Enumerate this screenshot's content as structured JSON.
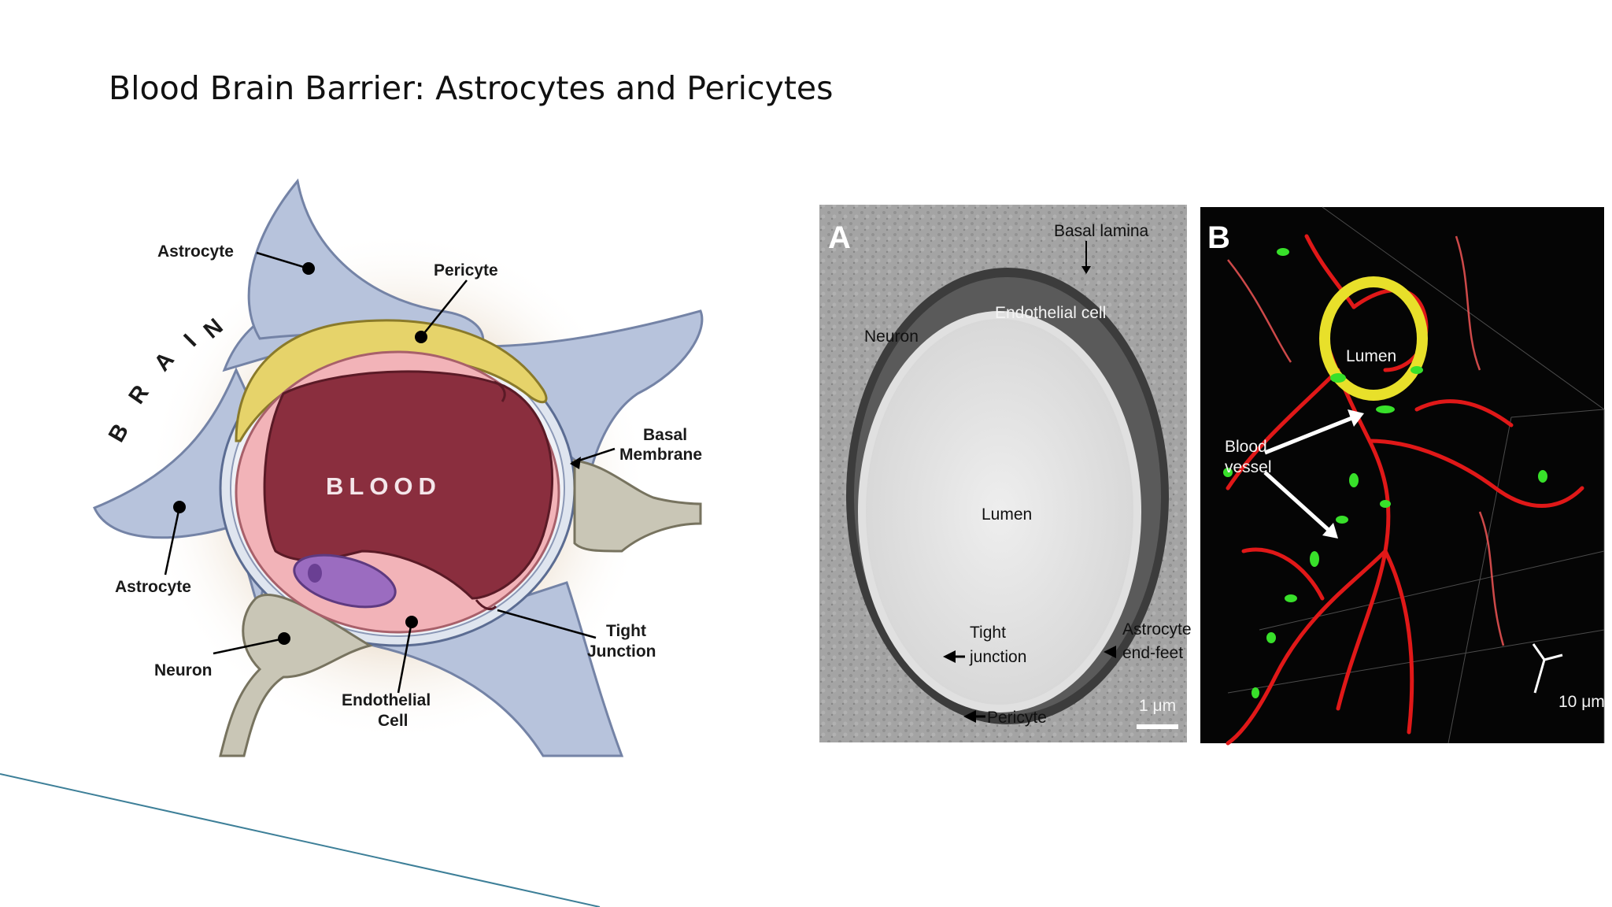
{
  "slide": {
    "title": "Blood Brain Barrier: Astrocytes and Pericytes"
  },
  "diagram": {
    "brain_letters": [
      "B",
      "R",
      "A",
      "I",
      "N"
    ],
    "blood_label": "BLOOD",
    "labels": {
      "astrocyte_top": "Astrocyte",
      "pericyte": "Pericyte",
      "basal_1": "Basal",
      "basal_2": "Membrane",
      "astrocyte_left": "Astrocyte",
      "neuron": "Neuron",
      "endo_1": "Endothelial",
      "endo_2": "Cell",
      "tight_1": "Tight",
      "tight_2": "Junction"
    },
    "colors": {
      "astrocyte": "#b7c3dc",
      "pericyte": "#e6d36a",
      "endothelium": "#f2b3b8",
      "blood": "#8a2e3e",
      "neuron": "#c9c6b6",
      "nucleus": "#9b6cc0"
    }
  },
  "panel_a": {
    "letter": "A",
    "labels": {
      "basal_lamina": "Basal lamina",
      "endothelial_cell": "Endothelial cell",
      "neuron": "Neuron",
      "lumen": "Lumen",
      "tight_1": "Tight",
      "tight_2": "junction",
      "astro_1": "Astrocyte",
      "astro_2": "end-feet",
      "pericyte": "Pericyte",
      "scale": "1 μm"
    }
  },
  "panel_b": {
    "letter": "B",
    "labels": {
      "lumen": "Lumen",
      "blood_1": "Blood",
      "blood_2": "vessel",
      "scale": "10 μm"
    },
    "colors": {
      "vessel": "#e01818",
      "astro": "#38e02a",
      "background": "#050505"
    }
  }
}
